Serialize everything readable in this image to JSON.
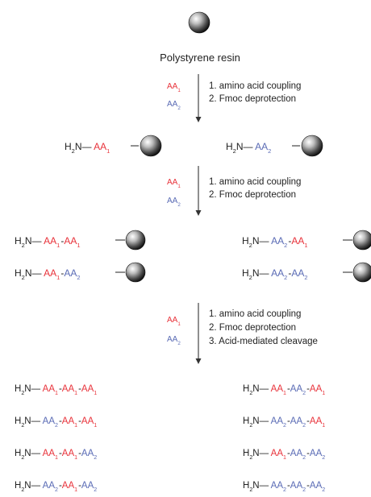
{
  "colors": {
    "aa1": "#e8333b",
    "aa2": "#5a6bb5",
    "text": "#222222",
    "arrow": "#333333"
  },
  "title": "Polystyrene resin",
  "label_aa": "AA",
  "sub1": "1",
  "sub2": "2",
  "h2n": {
    "h": "H",
    "sub": "2",
    "n": "N"
  },
  "steps": [
    {
      "lines": [
        "1. amino acid coupling",
        "2. Fmoc deprotection"
      ]
    },
    {
      "lines": [
        "1. amino acid coupling",
        "2. Fmoc deprotection"
      ]
    },
    {
      "lines": [
        "1. amino acid coupling",
        "2. Fmoc deprotection",
        "3. Acid-mediated cleavage"
      ]
    }
  ],
  "stage1": [
    {
      "seq": [
        1
      ]
    },
    {
      "seq": [
        2
      ]
    }
  ],
  "stage2": [
    {
      "seq": [
        1,
        1
      ]
    },
    {
      "seq": [
        2,
        1
      ]
    },
    {
      "seq": [
        1,
        2
      ]
    },
    {
      "seq": [
        2,
        2
      ]
    }
  ],
  "products": [
    {
      "seq": [
        1,
        1,
        1
      ]
    },
    {
      "seq": [
        1,
        2,
        1
      ]
    },
    {
      "seq": [
        2,
        1,
        1
      ]
    },
    {
      "seq": [
        2,
        2,
        1
      ]
    },
    {
      "seq": [
        1,
        1,
        2
      ]
    },
    {
      "seq": [
        1,
        2,
        2
      ]
    },
    {
      "seq": [
        2,
        1,
        2
      ]
    },
    {
      "seq": [
        2,
        2,
        2
      ]
    }
  ]
}
